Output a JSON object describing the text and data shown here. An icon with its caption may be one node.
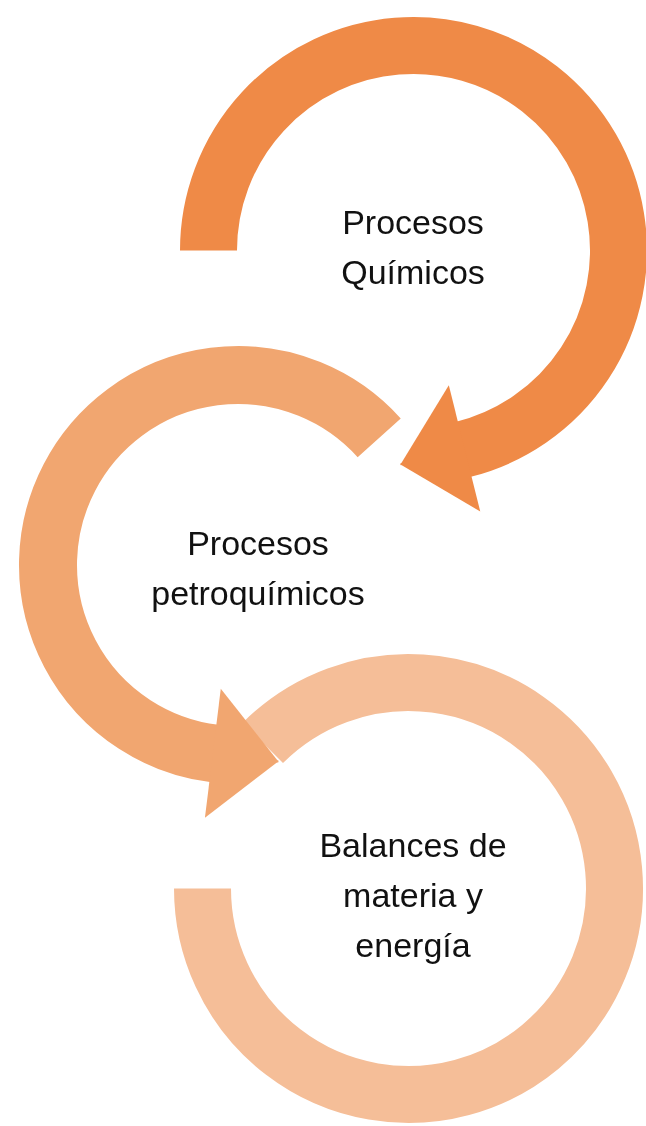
{
  "diagram": {
    "nodes": [
      {
        "text": [
          "Procesos Químicos"
        ]
      },
      {
        "text": [
          "Procesos petroquímicos"
        ]
      },
      {
        "text": [
          "Balances de materia y energía"
        ]
      }
    ],
    "edges": [
      {
        "from": 0,
        "to": 1,
        "arrow": "to"
      },
      {
        "from": 1,
        "to": 2,
        "arrow": "to"
      }
    ]
  }
}
